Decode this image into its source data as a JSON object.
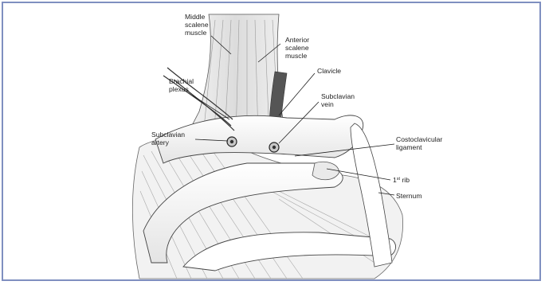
{
  "labels": {
    "middle_scalene": [
      "Middle",
      "scalene",
      "muscle"
    ],
    "anterior_scalene": [
      "Anterior",
      "scalene",
      "muscle"
    ],
    "clavicle": [
      "Clavicle"
    ],
    "brachial_plexus": [
      "Brachial",
      "plexus"
    ],
    "subclavian_vein": [
      "Subclavian",
      "vein"
    ],
    "subclavian_artery": [
      "Subclavian",
      "artery"
    ],
    "costoclavicular_ligament": [
      "Costoclavicular",
      "ligament"
    ],
    "first_rib": [
      "1",
      "st",
      " rib"
    ],
    "sternum": [
      "Sternum"
    ]
  },
  "colors": {
    "frame_border": "#7f8fc0",
    "line_art": "#2a2a2a",
    "label_text": "#1e1e1e"
  }
}
